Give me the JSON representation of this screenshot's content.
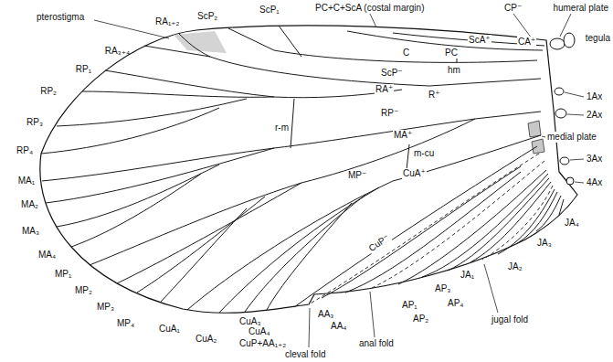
{
  "diagram": {
    "labels": [
      "PC+C+ScA (costal margin)",
      "ScP₂",
      "ScP₁",
      "CP⁻",
      "humeral plate",
      "tegula",
      "pterostigma",
      "RA₁₊₂",
      "RA₃₊₄",
      "RP₁",
      "RP₂",
      "RP₃",
      "RP₄",
      "MA₁",
      "MA₂",
      "MA₃",
      "MA₄",
      "MP₁",
      "MP₂",
      "MP₃",
      "MP₄",
      "CuA₁",
      "CuA₂",
      "CuA₃",
      "CuA₄",
      "CuP+AA₁₊₂",
      "cleval fold",
      "AA₃",
      "AA₄",
      "anal fold",
      "AP₁",
      "AP₂",
      "AP₃",
      "AP₄",
      "jugal fold",
      "JA₁",
      "JA₂",
      "JA₃",
      "JA₄",
      "4Ax",
      "3Ax",
      "medial plate",
      "2Ax",
      "1Ax",
      "ScA⁺",
      "CA⁺",
      "C",
      "PC",
      "hm",
      "ScP⁻",
      "RA⁺",
      "R⁺",
      "RP⁻",
      "MA⁺",
      "r-m",
      "m-cu",
      "MP⁻",
      "CuA⁺",
      "CuP⁻"
    ]
  }
}
